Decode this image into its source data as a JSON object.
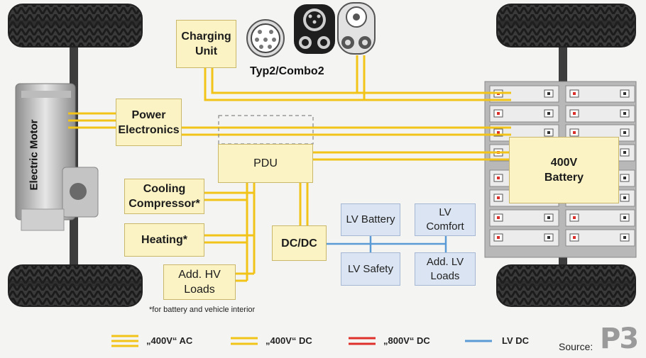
{
  "components": {
    "charging_unit": "Charging\nUnit",
    "power_electronics": "Power\nElectronics",
    "pdu": "PDU",
    "cooling_compressor": "Cooling\nCompressor*",
    "heating": "Heating*",
    "add_hv_loads": "Add. HV\nLoads",
    "dcdc": "DC/DC",
    "battery": "400V\nBattery",
    "electric_motor": "Electric Motor"
  },
  "lv_components": {
    "lv_battery": "LV Battery",
    "lv_comfort": "LV\nComfort",
    "lv_safety": "LV Safety",
    "add_lv_loads": "Add. LV\nLoads"
  },
  "connector_label": "Typ2/Combo2",
  "footnote": "*for battery and vehicle interior",
  "legend": [
    {
      "label": "„400V“ AC",
      "color": "#f2c318",
      "lines": 3
    },
    {
      "label": "„400V“ DC",
      "color": "#f2c318",
      "lines": 2
    },
    {
      "label": "„800V“ DC",
      "color": "#e0302b",
      "lines": 2
    },
    {
      "label": "LV DC",
      "color": "#5b9bd5",
      "lines": 1
    }
  ],
  "source_label": "Source:",
  "logo_text": "P3",
  "colors": {
    "hv_line": "#f2c318",
    "lv_line": "#5b9bd5",
    "box_fill": "#fbf3c4",
    "lv_box_fill": "#dae4f2"
  }
}
